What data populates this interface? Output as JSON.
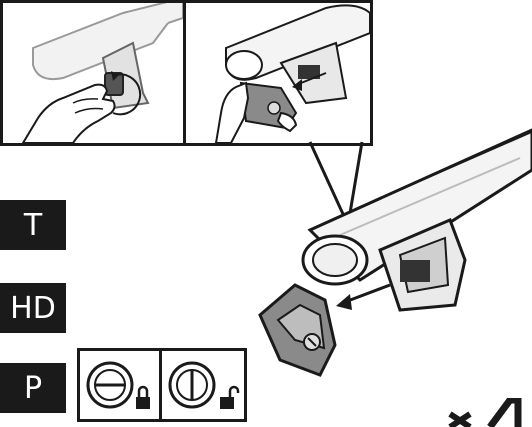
{
  "badges": {
    "t": "T",
    "hd": "HD",
    "p": "P"
  },
  "lock_states": [
    "locked",
    "unlocked"
  ],
  "colors": {
    "ink": "#1a1a1a",
    "badge_bg": "#1a1a1a",
    "badge_text": "#ffffff",
    "cover_grey": "#8a8a8a",
    "bar_light": "#f4f4f4"
  },
  "icons": [
    "hand-turning-key",
    "hand-removing-cover",
    "roof-bar-end",
    "end-cap-cover",
    "lock-closed-icon",
    "lock-open-icon"
  ]
}
